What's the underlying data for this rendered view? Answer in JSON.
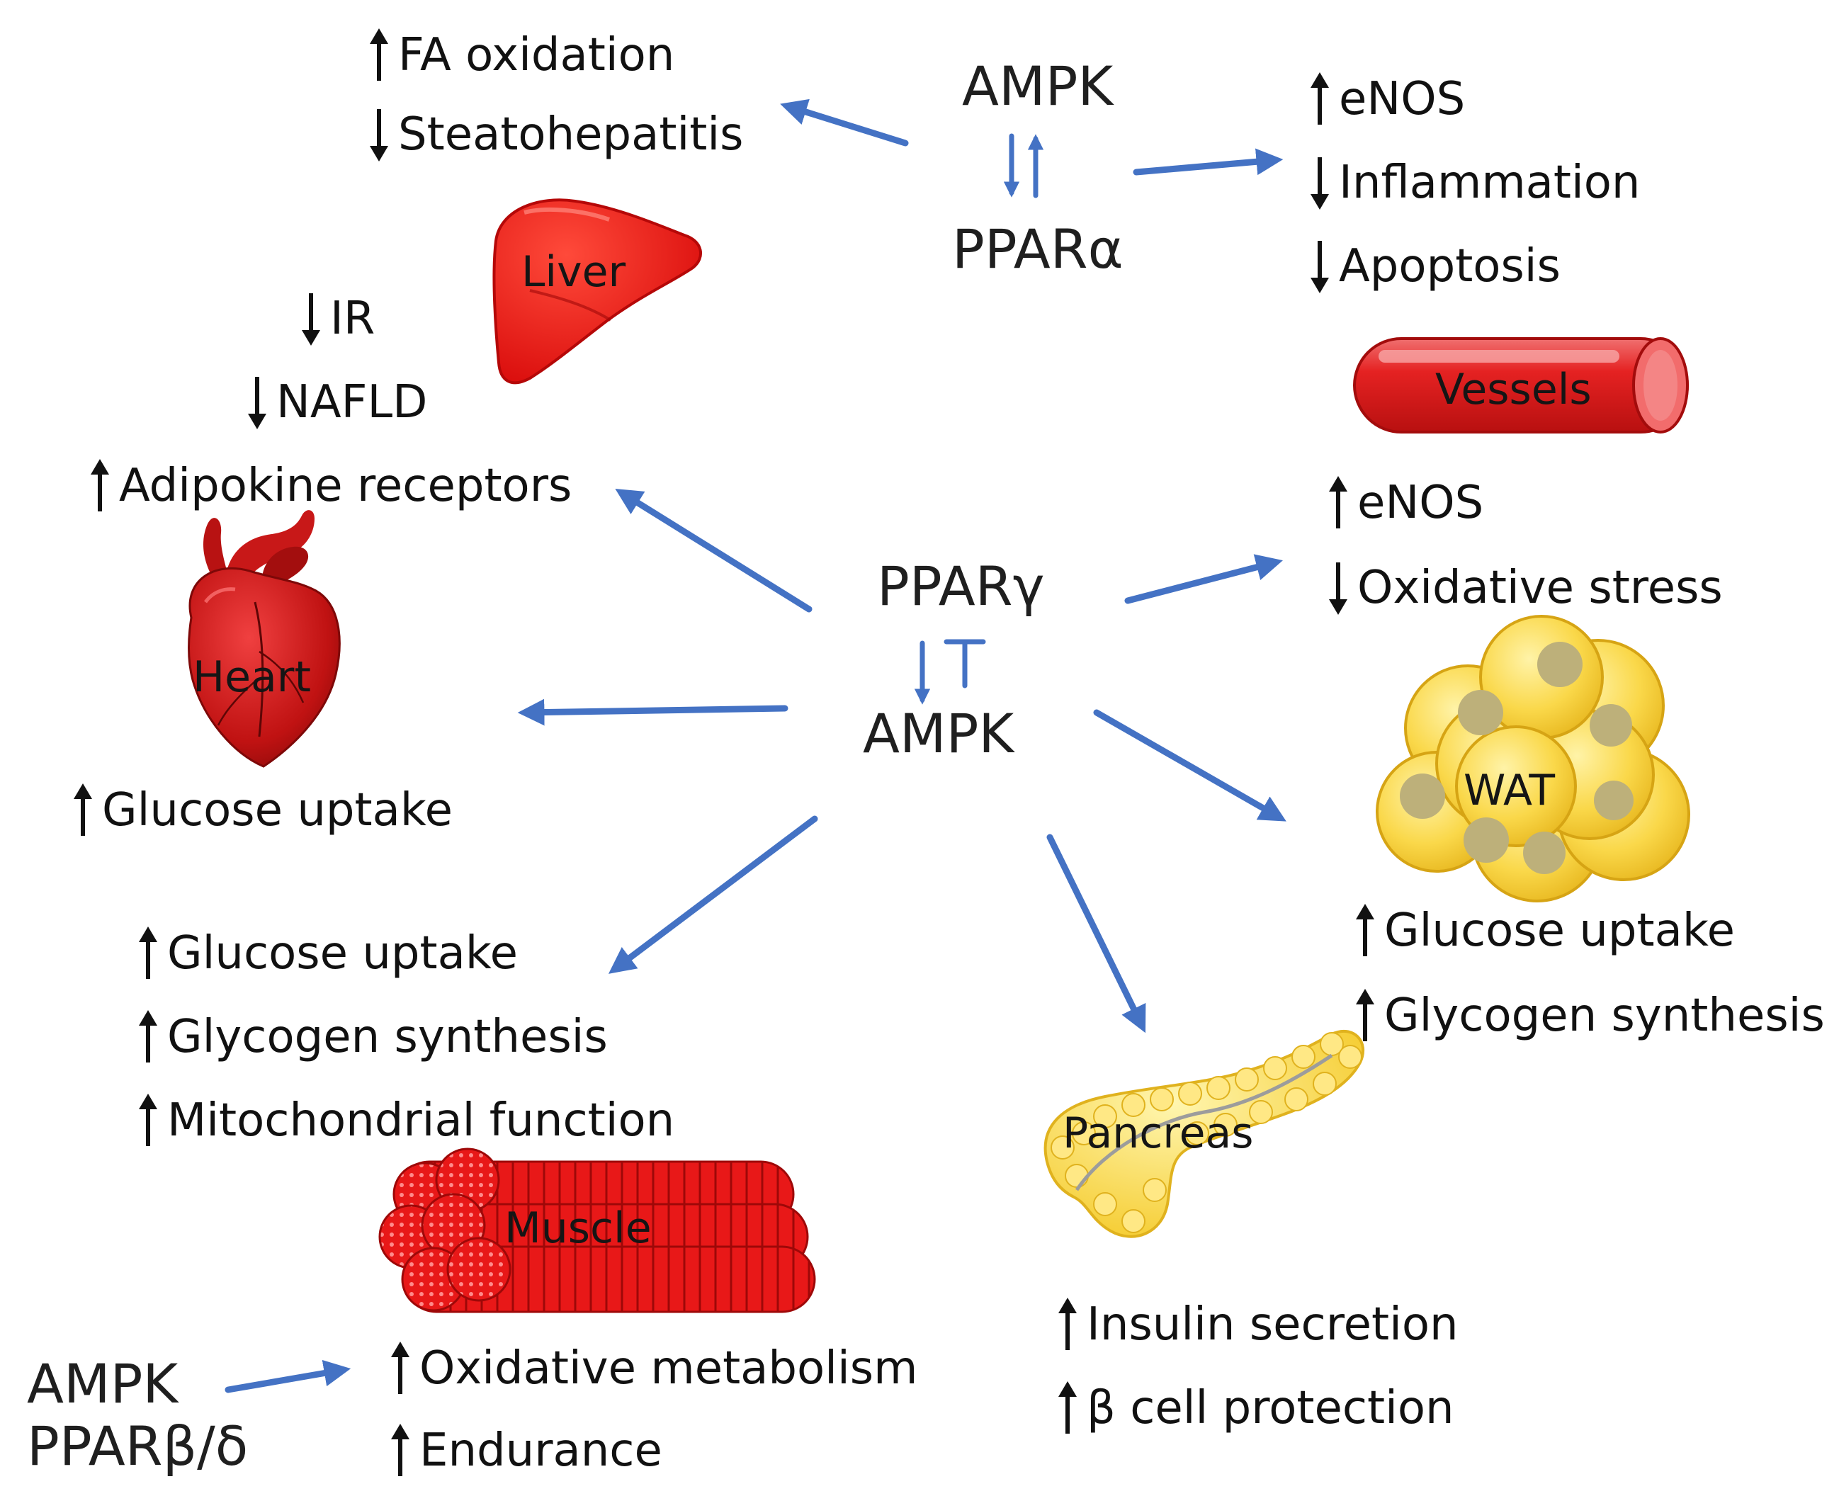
{
  "colors": {
    "arrow_blue": "#4472C4",
    "organ_red": "#E11B1B",
    "organ_yellow": "#F7D23E",
    "text": "#111111"
  },
  "hubs": {
    "top": {
      "line1": "AMPK",
      "line2": "PPARα"
    },
    "center": {
      "line1": "PPARγ",
      "line2": "AMPK"
    },
    "bottom_left": {
      "line1": "AMPK",
      "line2": "PPARβ/δ"
    }
  },
  "organs": {
    "liver": {
      "label": "Liver",
      "icon": "liver-icon"
    },
    "vessels": {
      "label": "Vessels",
      "icon": "vessel-icon"
    },
    "heart": {
      "label": "Heart",
      "icon": "heart-icon"
    },
    "wat": {
      "label": "WAT",
      "icon": "adipose-tissue-icon"
    },
    "muscle": {
      "label": "Muscle",
      "icon": "muscle-fiber-icon"
    },
    "pancreas": {
      "label": "Pancreas",
      "icon": "pancreas-icon"
    }
  },
  "effects": {
    "liver_top": [
      {
        "dir": "up",
        "text": "FA oxidation"
      },
      {
        "dir": "down",
        "text": "Steatohepatitis"
      }
    ],
    "vessels_top": [
      {
        "dir": "up",
        "text": "eNOS"
      },
      {
        "dir": "down",
        "text": "Inflammation"
      },
      {
        "dir": "down",
        "text": "Apoptosis"
      }
    ],
    "liver_gamma": [
      {
        "dir": "down",
        "text": "IR"
      },
      {
        "dir": "down",
        "text": "NAFLD"
      },
      {
        "dir": "up",
        "text": "Adipokine receptors"
      }
    ],
    "vessels_gamma": [
      {
        "dir": "up",
        "text": "eNOS"
      },
      {
        "dir": "down",
        "text": "Oxidative stress"
      }
    ],
    "heart": [
      {
        "dir": "up",
        "text": "Glucose uptake"
      }
    ],
    "wat": [
      {
        "dir": "up",
        "text": "Glucose uptake"
      },
      {
        "dir": "up",
        "text": "Glycogen synthesis"
      }
    ],
    "muscle_gamma": [
      {
        "dir": "up",
        "text": "Glucose uptake"
      },
      {
        "dir": "up",
        "text": "Glycogen synthesis"
      },
      {
        "dir": "up",
        "text": "Mitochondrial function"
      }
    ],
    "muscle_delta": [
      {
        "dir": "up",
        "text": "Oxidative metabolism"
      },
      {
        "dir": "up",
        "text": "Endurance"
      }
    ],
    "pancreas": [
      {
        "dir": "up",
        "text": "Insulin secretion"
      },
      {
        "dir": "up",
        "text": "β cell protection"
      }
    ]
  }
}
